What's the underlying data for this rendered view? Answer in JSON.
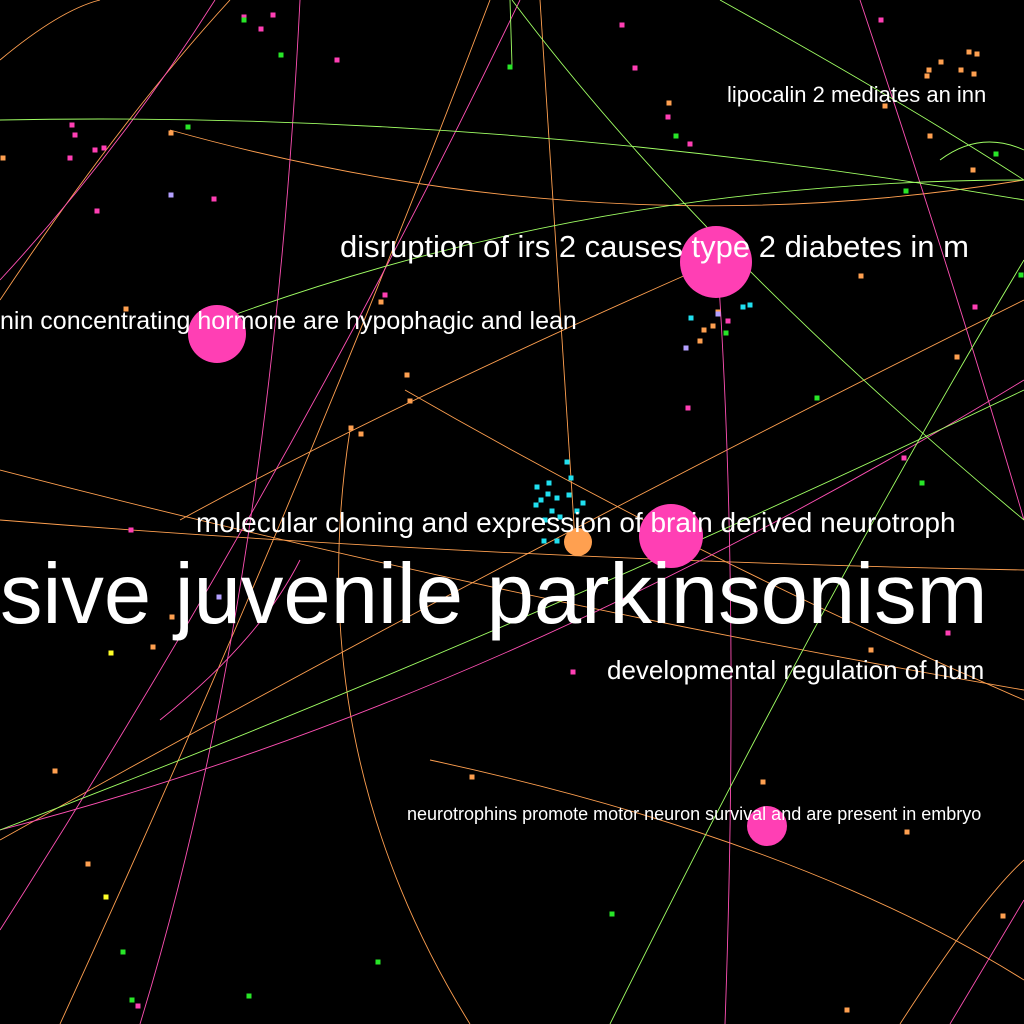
{
  "colors": {
    "background": "#000000",
    "pink": "#ff3fb4",
    "orange": "#ffa050",
    "green": "#28e628",
    "cyan": "#20e0f0",
    "lavender": "#b4a0ff",
    "yellow": "#ffff28",
    "edge_orange": "#ffa050",
    "edge_pink": "#ff50b4",
    "edge_green": "#a0ff64",
    "label": "#ffffff"
  },
  "labels": {
    "lipocalin": "lipocalin 2 mediates an inn",
    "irs2": "disruption of irs 2 causes type 2 diabetes in m",
    "mch": "nin concentrating hormone are hypophagic and lean",
    "bdnf": "molecular cloning and expression of brain derived neurotroph",
    "parkinsonism": "sive juvenile parkinsonism",
    "developmental": "developmental regulation of hum",
    "neurotrophins": "neurotrophins promote motor neuron survival and are present in embryo"
  }
}
